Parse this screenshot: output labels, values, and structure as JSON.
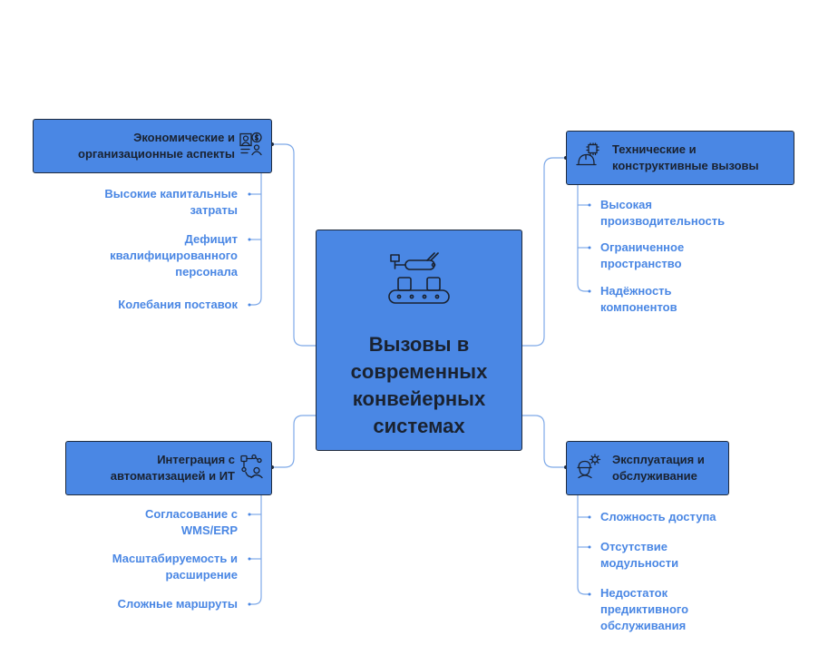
{
  "center": {
    "title": "Вызовы в\nсовременных\nконвейерных\nсистемах",
    "icon": "conveyor-robot-icon"
  },
  "categories": {
    "economic": {
      "title": "Экономические и\nорганизационные аспекты",
      "icon": "finance-person-icon",
      "items": [
        "Высокие капитальные\nзатраты",
        "Дефицит\nквалифицированного\nперсонала",
        "Колебания поставок"
      ]
    },
    "technical": {
      "title": "Технические и\nконструктивные вызовы",
      "icon": "chip-helmet-icon",
      "items": [
        "Высокая\nпроизводительность",
        "Ограниченное\nпространство",
        "Надёжность\nкомпонентов"
      ]
    },
    "integration": {
      "title": "Интеграция с\nавтоматизацией и ИТ",
      "icon": "network-integration-icon",
      "items": [
        "Согласование с\nWMS/ERP",
        "Масштабируемость и\nрасширение",
        "Сложные маршруты"
      ]
    },
    "operation": {
      "title": "Эксплуатация и\nобслуживание",
      "icon": "worker-gear-icon",
      "items": [
        "Сложность доступа",
        "Отсутствие\nмодульности",
        "Недостаток\nпредиктивного\nобслуживания"
      ]
    }
  },
  "colors": {
    "box_fill": "#4a87e4",
    "box_border": "#1f2b3d",
    "item_text": "#4a87e4",
    "connector": "#7ea9e8"
  }
}
